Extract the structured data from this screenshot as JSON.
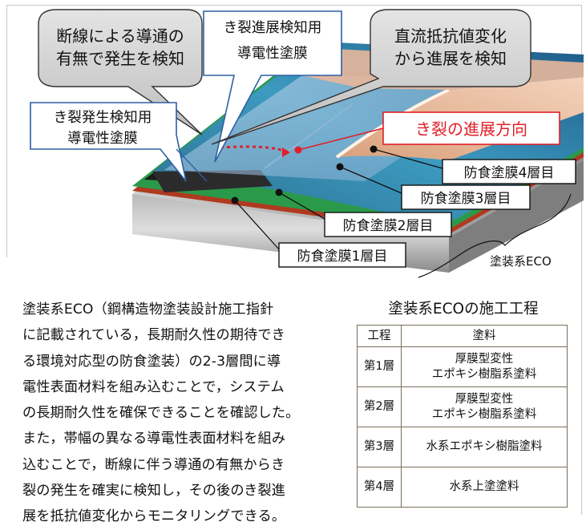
{
  "diagram": {
    "callouts": {
      "disconnection": [
        "断線による導通の",
        "有無で発生を検知"
      ],
      "propagation_film": [
        "き裂進展検知用",
        "導電性塗膜"
      ],
      "resistance": [
        "直流抵抗値変化",
        "から進展を検知"
      ],
      "initiation_film": [
        "き裂発生検知用",
        "導電性塗膜"
      ]
    },
    "direction_label": "き裂の進展方向",
    "layers": [
      "防食塗膜4層目",
      "防食塗膜3層目",
      "防食塗膜2層目",
      "防食塗膜1層目"
    ],
    "system_label": "塗装系ECO",
    "colors": {
      "callout_border": "#2e5fa3",
      "direction": "#e0202a",
      "top_coat": "#f2c3a2",
      "layer3": "#1f6fa0",
      "layer2": "#2a9a4a",
      "layer1": "#b03a20",
      "steel": "#9a9a9a"
    }
  },
  "description": [
    "塗装系ECO（鋼構造物塗装設計施工指針",
    "に記載されている，長期耐久性の期待でき",
    "る環境対応型の防食塗装）の2-3層間に導",
    "電性表面材料を組み込むことで，システム",
    "の長期耐久性を確保できることを確認した。",
    "また，帯幅の異なる導電性表面材料を組み",
    "込むことで，断線に伴う導通の有無からき",
    "裂の発生を確実に検知し，その後のき裂進",
    "展を抵抗値変化からモニタリングできる。"
  ],
  "table": {
    "title": "塗装系ECOの施工工程",
    "headers": [
      "工程",
      "塗料"
    ],
    "rows": [
      {
        "step": "第1層",
        "paint": [
          "厚膜型変性",
          "エポキシ樹脂系塗料"
        ]
      },
      {
        "step": "第2層",
        "paint": [
          "厚膜型変性",
          "エポキシ樹脂系塗料"
        ]
      },
      {
        "step": "第3層",
        "paint": [
          "水系エポキシ樹脂塗料"
        ]
      },
      {
        "step": "第4層",
        "paint": [
          "水系上塗塗料"
        ]
      }
    ]
  }
}
